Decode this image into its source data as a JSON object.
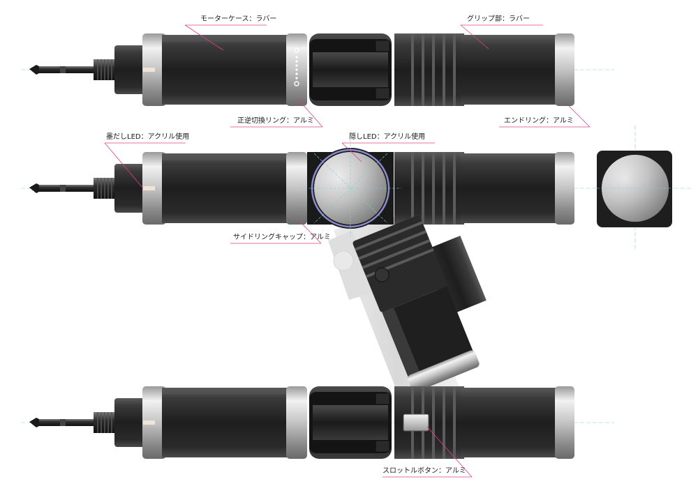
{
  "callouts": {
    "motor_case": "モーターケース：ラバー",
    "grip": "グリップ部：ラバー",
    "direction_ring": "正逆切換リング：アルミ",
    "end_ring": "エンドリング：アルミ",
    "sumi_led": "墨だしLED：アクリル使用",
    "hidden_led": "隠しLED：アクリル使用",
    "side_ring_cap": "サイドリングキャップ：アルミ",
    "slot_button": "スロットルボタン：アルミ"
  },
  "colors": {
    "callout_line": "#e0408a",
    "rubber": "#2a2a2a",
    "aluminum": "#b8b8b8",
    "center_line": "#7fd0d0"
  }
}
